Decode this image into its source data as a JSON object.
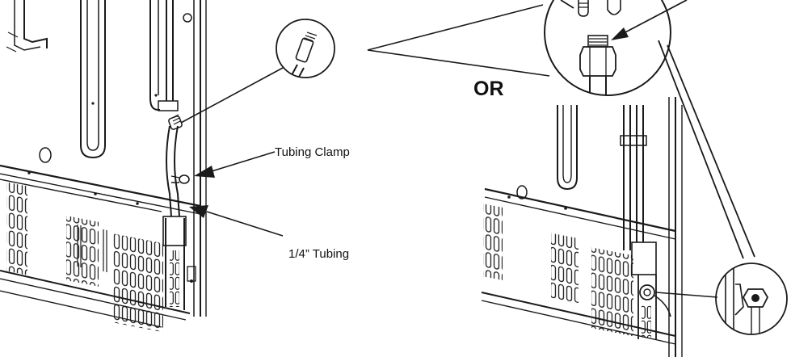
{
  "callouts": {
    "tubing_clamp": "Tubing Clamp",
    "quarter_tubing": "1/4” Tubing",
    "or_text": "OR"
  },
  "colors": {
    "line": "#1a1a1a",
    "background": "#ffffff"
  },
  "icons": [
    "fitting-detail-icon",
    "compression-nut-icon"
  ]
}
